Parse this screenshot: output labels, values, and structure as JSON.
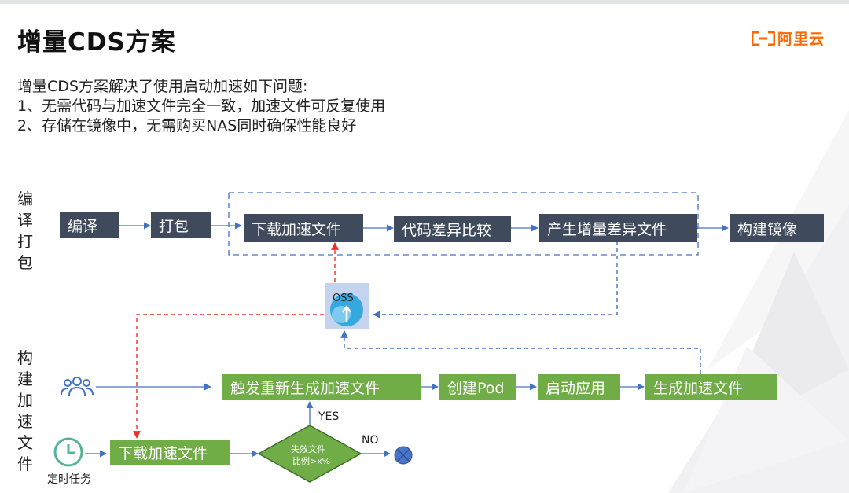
{
  "slide": {
    "title": "增量CDS方案",
    "logo_text": "阿里云",
    "intro": {
      "line0": "增量CDS方案解决了使用启动加速如下问题:",
      "line1": "1、无需代码与加速文件完全一致，加速文件可反复使用",
      "line2": "2、存储在镜像中，无需购买NAS同时确保性能良好"
    }
  },
  "lanes": {
    "build": [
      "编",
      "译",
      "打",
      "包"
    ],
    "generate": [
      "构",
      "建",
      "加",
      "速",
      "文",
      "件"
    ]
  },
  "nodes": {
    "compile": "编译",
    "package": "打包",
    "download_top": "下载加速文件",
    "code_diff": "代码差异比较",
    "produce_diff": "产生增量差异文件",
    "build_image": "构建镜像",
    "oss": "OSS",
    "trigger": "触发重新生成加速文件",
    "create_pod": "创建Pod",
    "start_app": "启动应用",
    "gen_file": "生成加速文件",
    "download_bottom": "下载加速文件",
    "decision_line1": "失效文件",
    "decision_line2": "比例>x%",
    "yes": "YES",
    "no": "NO",
    "timer_caption": "定时任务"
  },
  "icons": {
    "users": "users-icon",
    "clock": "clock-icon",
    "stop": "stop-icon",
    "oss": "oss-bucket-icon",
    "logo": "aliyun-logo-icon"
  },
  "colors": {
    "dark_box": "#3f4a5c",
    "green_box": "#70ad47",
    "arrow_blue": "#4472c4",
    "dashed_red": "#e8312e",
    "brand_orange": "#ff6a00"
  }
}
